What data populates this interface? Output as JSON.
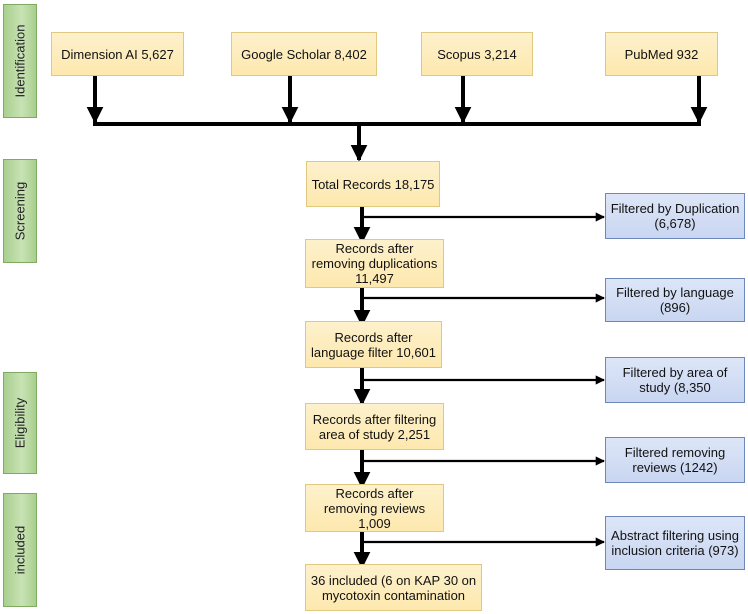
{
  "phases": {
    "identification": "Identification",
    "screening": "Screening",
    "eligibility": "Eligibility",
    "included": "included"
  },
  "sources": [
    "Dimension AI 5,627",
    "Google Scholar 8,402",
    "Scopus 3,214",
    "PubMed 932"
  ],
  "flow": {
    "total": "Total Records 18,175",
    "after_duplicates": "Records after removing duplications 11,497",
    "after_language": "Records after language filter 10,601",
    "after_area": "Records after filtering area of study 2,251",
    "after_reviews": "Records after removing reviews 1,009",
    "included": "36 included  (6 on KAP 30 on mycotoxin contamination"
  },
  "filters": {
    "duplication": "Filtered by Duplication (6,678)",
    "language": "Filtered by language (896)",
    "area": "Filtered by area of study (8,350",
    "reviews": "Filtered removing reviews (1242)",
    "abstract": "Abstract filtering using inclusion criteria (973)"
  },
  "colors": {
    "phase_fill": "#b6d89c",
    "yellow_fill": "#fdecbc",
    "blue_fill": "#d4dff4",
    "arrow": "#000000"
  }
}
